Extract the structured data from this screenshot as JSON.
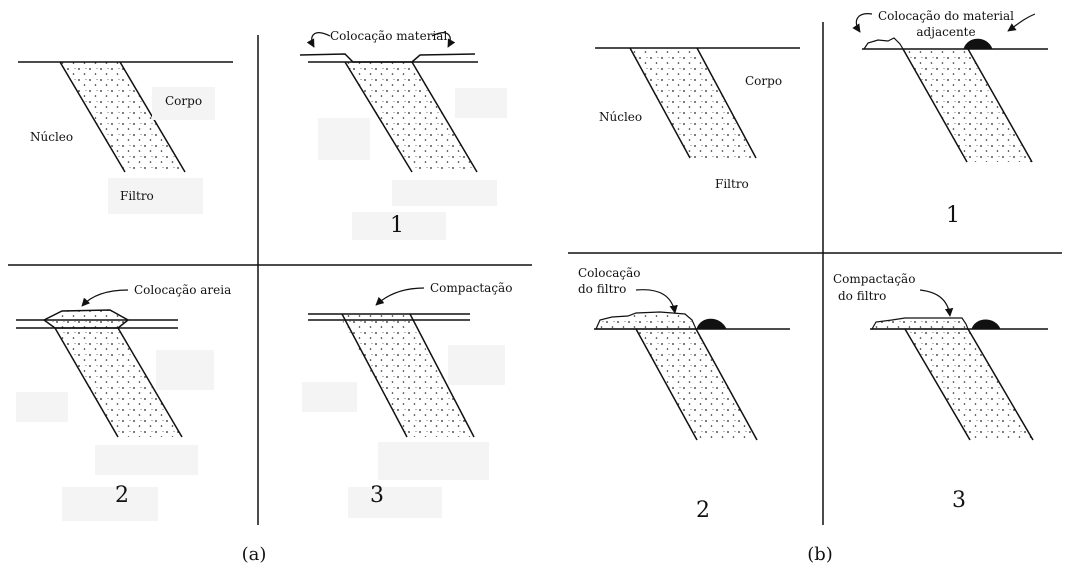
{
  "colors": {
    "ink": "#111111",
    "placeholder": "#f4f4f4"
  },
  "panel_a": {
    "caption": "(a)",
    "initial": {
      "core_label": "Núcleo",
      "body_label": "Corpo",
      "filter_label": "Filtro"
    },
    "step1": {
      "number": "1",
      "label": "Colocação material"
    },
    "step2": {
      "number": "2",
      "label": "Colocação areia"
    },
    "step3": {
      "number": "3",
      "label": "Compactação"
    }
  },
  "panel_b": {
    "caption": "(b)",
    "initial": {
      "core_label": "Núcleo",
      "body_label": "Corpo",
      "filter_label": "Filtro"
    },
    "step1": {
      "number": "1",
      "label_line1": "Colocação do material",
      "label_line2": "adjacente"
    },
    "step2": {
      "number": "2",
      "label_line1": "Colocação",
      "label_line2": "do filtro"
    },
    "step3": {
      "number": "3",
      "label_line1": "Compactação",
      "label_line2": "do filtro"
    }
  }
}
